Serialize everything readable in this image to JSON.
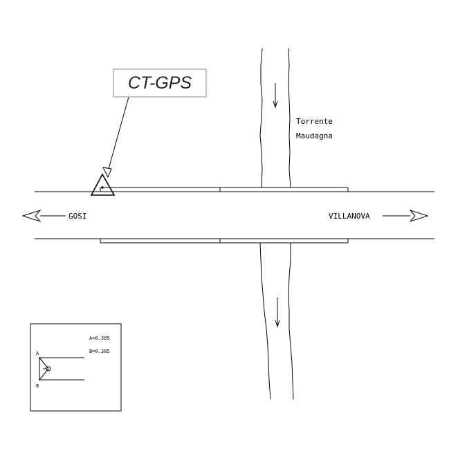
{
  "station": {
    "code": "CT-GPS"
  },
  "river": {
    "name_line1": "Torrente",
    "name_line2": "Maudagna"
  },
  "road": {
    "west_label": "GOSI",
    "east_label": "VILLANOVA"
  },
  "legend": {
    "a_value": "A=0.385",
    "b_value": "B=0.385",
    "a_marker": "A",
    "b_marker": "B"
  },
  "colors": {
    "line": "#000000",
    "label_border": "#888888",
    "label_text": "#222222"
  }
}
